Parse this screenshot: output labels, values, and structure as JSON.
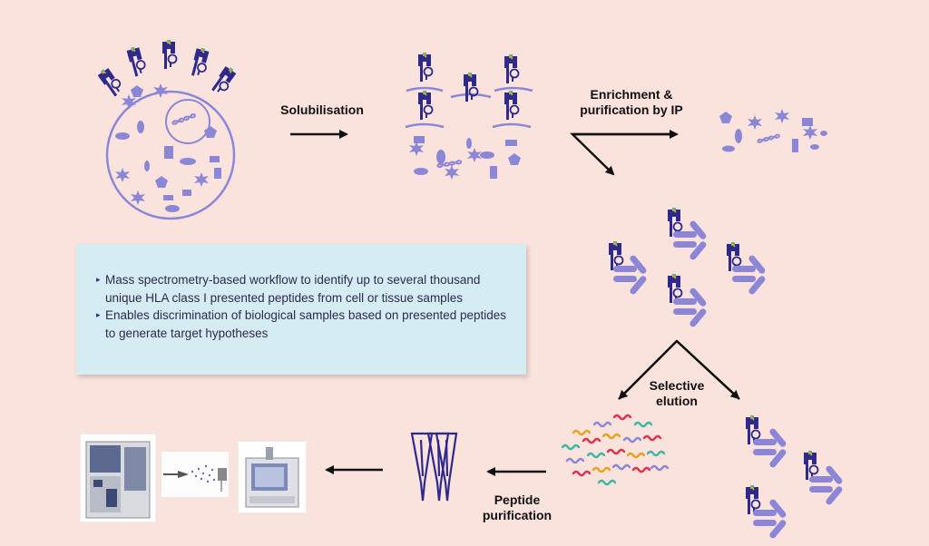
{
  "labels": {
    "solubilisation": "Solubilisation",
    "enrichment": "Enrichment &\npurification by IP",
    "selective_elution": "Selective\nelution",
    "peptide_purification": "Peptide\npurification"
  },
  "info_box": {
    "items": [
      "Mass spectrometry-based workflow to identify up to several thousand unique HLA class I presented peptides from cell or tissue samples",
      "Enables discrimination of biological samples based on presented peptides to generate target hypotheses"
    ]
  },
  "colors": {
    "background": "#fbe3dd",
    "protein_dark": "#2e2a8c",
    "protein_light": "#8c86d6",
    "box": "#d6ecf3",
    "arrow": "#111111"
  },
  "icons": {
    "cell": "cell-icon",
    "hla_complex": "hla-complex-icon",
    "antibody": "antibody-icon",
    "dna": "dna-icon",
    "pipette_tip": "pipette-tip-icon",
    "mass_spectrometer": "mass-spectrometer-icon"
  }
}
